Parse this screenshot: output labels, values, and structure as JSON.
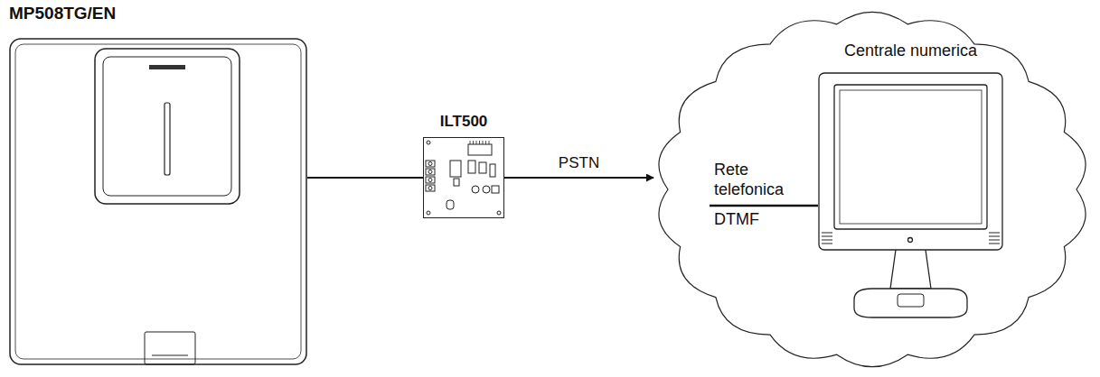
{
  "diagram": {
    "nodes": [
      {
        "text": [
          "MP508TG/EN"
        ]
      },
      {
        "text": [
          "ILT500"
        ]
      },
      {
        "text": [
          "Rete telefonica",
          "DTMF"
        ]
      },
      {
        "text": [
          "Centrale numerica"
        ],
        "in": 2
      }
    ],
    "edges": [
      {
        "from": 0,
        "to": 1,
        "arrow": "none"
      },
      {
        "from": 1,
        "to": 2,
        "arrow": "to",
        "label": "PSTN"
      }
    ]
  }
}
